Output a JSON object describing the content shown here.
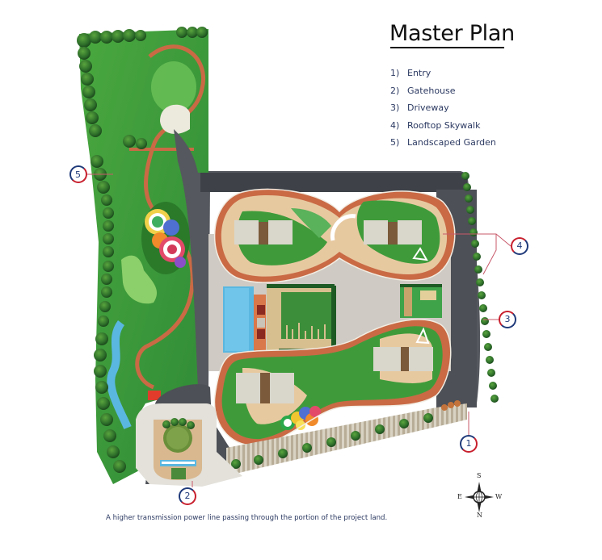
{
  "header": {
    "title": "Master Plan"
  },
  "legend": {
    "items": [
      {
        "num": "1)",
        "label": "Entry"
      },
      {
        "num": "2)",
        "label": "Gatehouse"
      },
      {
        "num": "3)",
        "label": "Driveway"
      },
      {
        "num": "4)",
        "label": "Rooftop Skywalk"
      },
      {
        "num": "5)",
        "label": "Landscaped Garden"
      }
    ]
  },
  "markers": [
    {
      "id": "1",
      "label": "1",
      "meaning": "Entry"
    },
    {
      "id": "2",
      "label": "2",
      "meaning": "Gatehouse"
    },
    {
      "id": "3",
      "label": "3",
      "meaning": "Driveway"
    },
    {
      "id": "4",
      "label": "4",
      "meaning": "Rooftop Skywalk"
    },
    {
      "id": "5",
      "label": "5",
      "meaning": "Landscaped Garden"
    }
  ],
  "compass": {
    "top": "S",
    "left": "E",
    "right": "W",
    "bottom": "N"
  },
  "footnote": "A higher transmission power line passing through the portion of the project land.",
  "colors": {
    "marker_blue": "#1f3a7a",
    "marker_red": "#c8202e",
    "legend_text": "#2c3a62",
    "lawn": "#3f9b3a",
    "path": "#c96a45",
    "road": "#55585e",
    "pool": "#5ab7e0"
  }
}
